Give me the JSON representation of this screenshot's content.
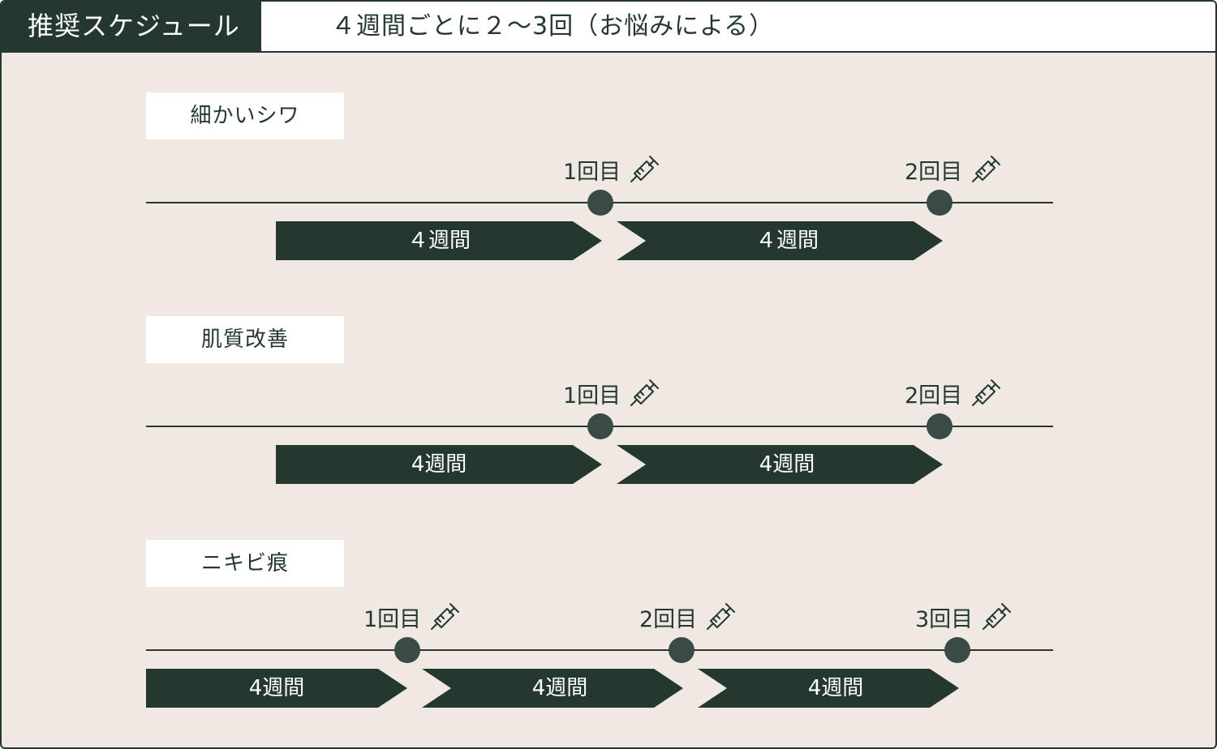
{
  "header": {
    "title": "推奨スケジュール",
    "description": "４週間ごとに２〜3回（お悩みによる）"
  },
  "icon": "syringe-icon",
  "colors": {
    "dark_green": "#24382f",
    "background": "#f0e9e3",
    "dot": "#3a4a44"
  },
  "sections": [
    {
      "label": "細かいシワ",
      "markers": [
        "1回目",
        "2回目"
      ],
      "intervals": [
        "４週間",
        "４週間"
      ]
    },
    {
      "label": "肌質改善",
      "markers": [
        "1回目",
        "2回目"
      ],
      "intervals": [
        "4週間",
        "4週間"
      ]
    },
    {
      "label": "ニキビ痕",
      "markers": [
        "1回目",
        "2回目",
        "3回目"
      ],
      "intervals": [
        "4週間",
        "4週間",
        "4週間"
      ]
    }
  ]
}
